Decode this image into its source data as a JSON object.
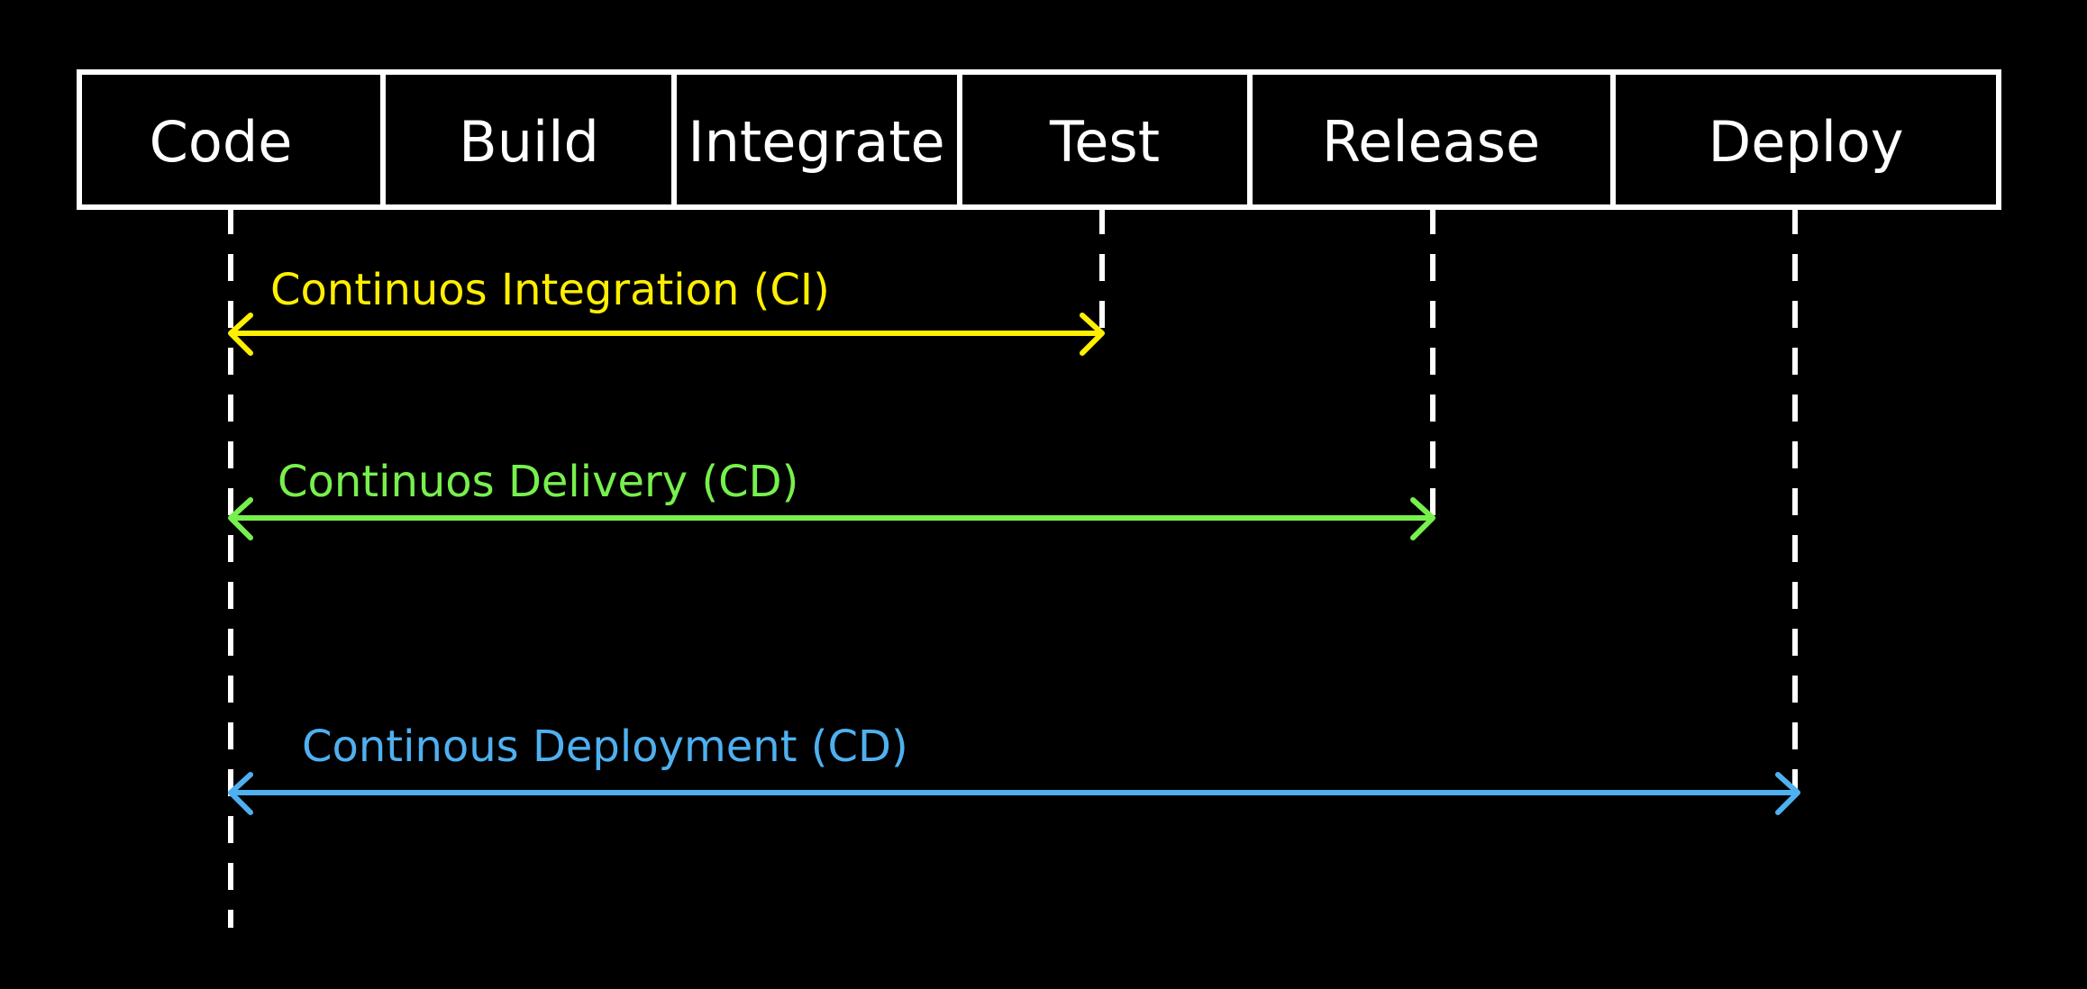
{
  "diagram": {
    "background": "#000000",
    "line_color": "#ffffff",
    "stages": [
      {
        "label": "Code"
      },
      {
        "label": "Build"
      },
      {
        "label": "Integrate"
      },
      {
        "label": "Test"
      },
      {
        "label": "Release"
      },
      {
        "label": "Deploy"
      }
    ],
    "spans": [
      {
        "label": "Continuos Integration (CI)",
        "color": "#ffef00",
        "from_stage": "Code",
        "to_stage": "Test"
      },
      {
        "label": "Continuos Delivery (CD)",
        "color": "#77f04d",
        "from_stage": "Code",
        "to_stage": "Release"
      },
      {
        "label": "Continous Deployment (CD)",
        "color": "#4fb0f0",
        "from_stage": "Code",
        "to_stage": "Deploy"
      }
    ]
  }
}
